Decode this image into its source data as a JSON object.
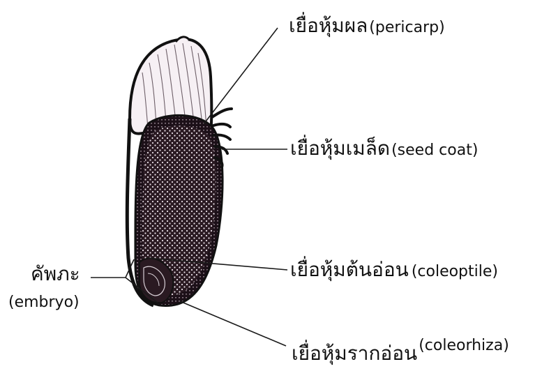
{
  "labels": {
    "pericarp": {
      "thai": "เยื่อหุ้มผล",
      "english": "(pericarp)"
    },
    "seed_coat": {
      "thai": "เยื่อหุ้มเมล็ด",
      "english": "(seed coat)"
    },
    "coleoptile": {
      "thai": "เยื่อหุ้มต้นอ่อน",
      "english": "(coleoptile)"
    },
    "coleorhiza": {
      "thai": "เยื่อหุ้มรากอ่อน",
      "english": "(coleorhiza)"
    },
    "embryo": {
      "thai": "คัพภะ",
      "english": "(embryo)"
    }
  },
  "colors": {
    "ink": "#111111",
    "seed_fill": "#2a1a22",
    "pericarp_fill": "#f6f0f4",
    "stipple": "#e8dfe6"
  }
}
